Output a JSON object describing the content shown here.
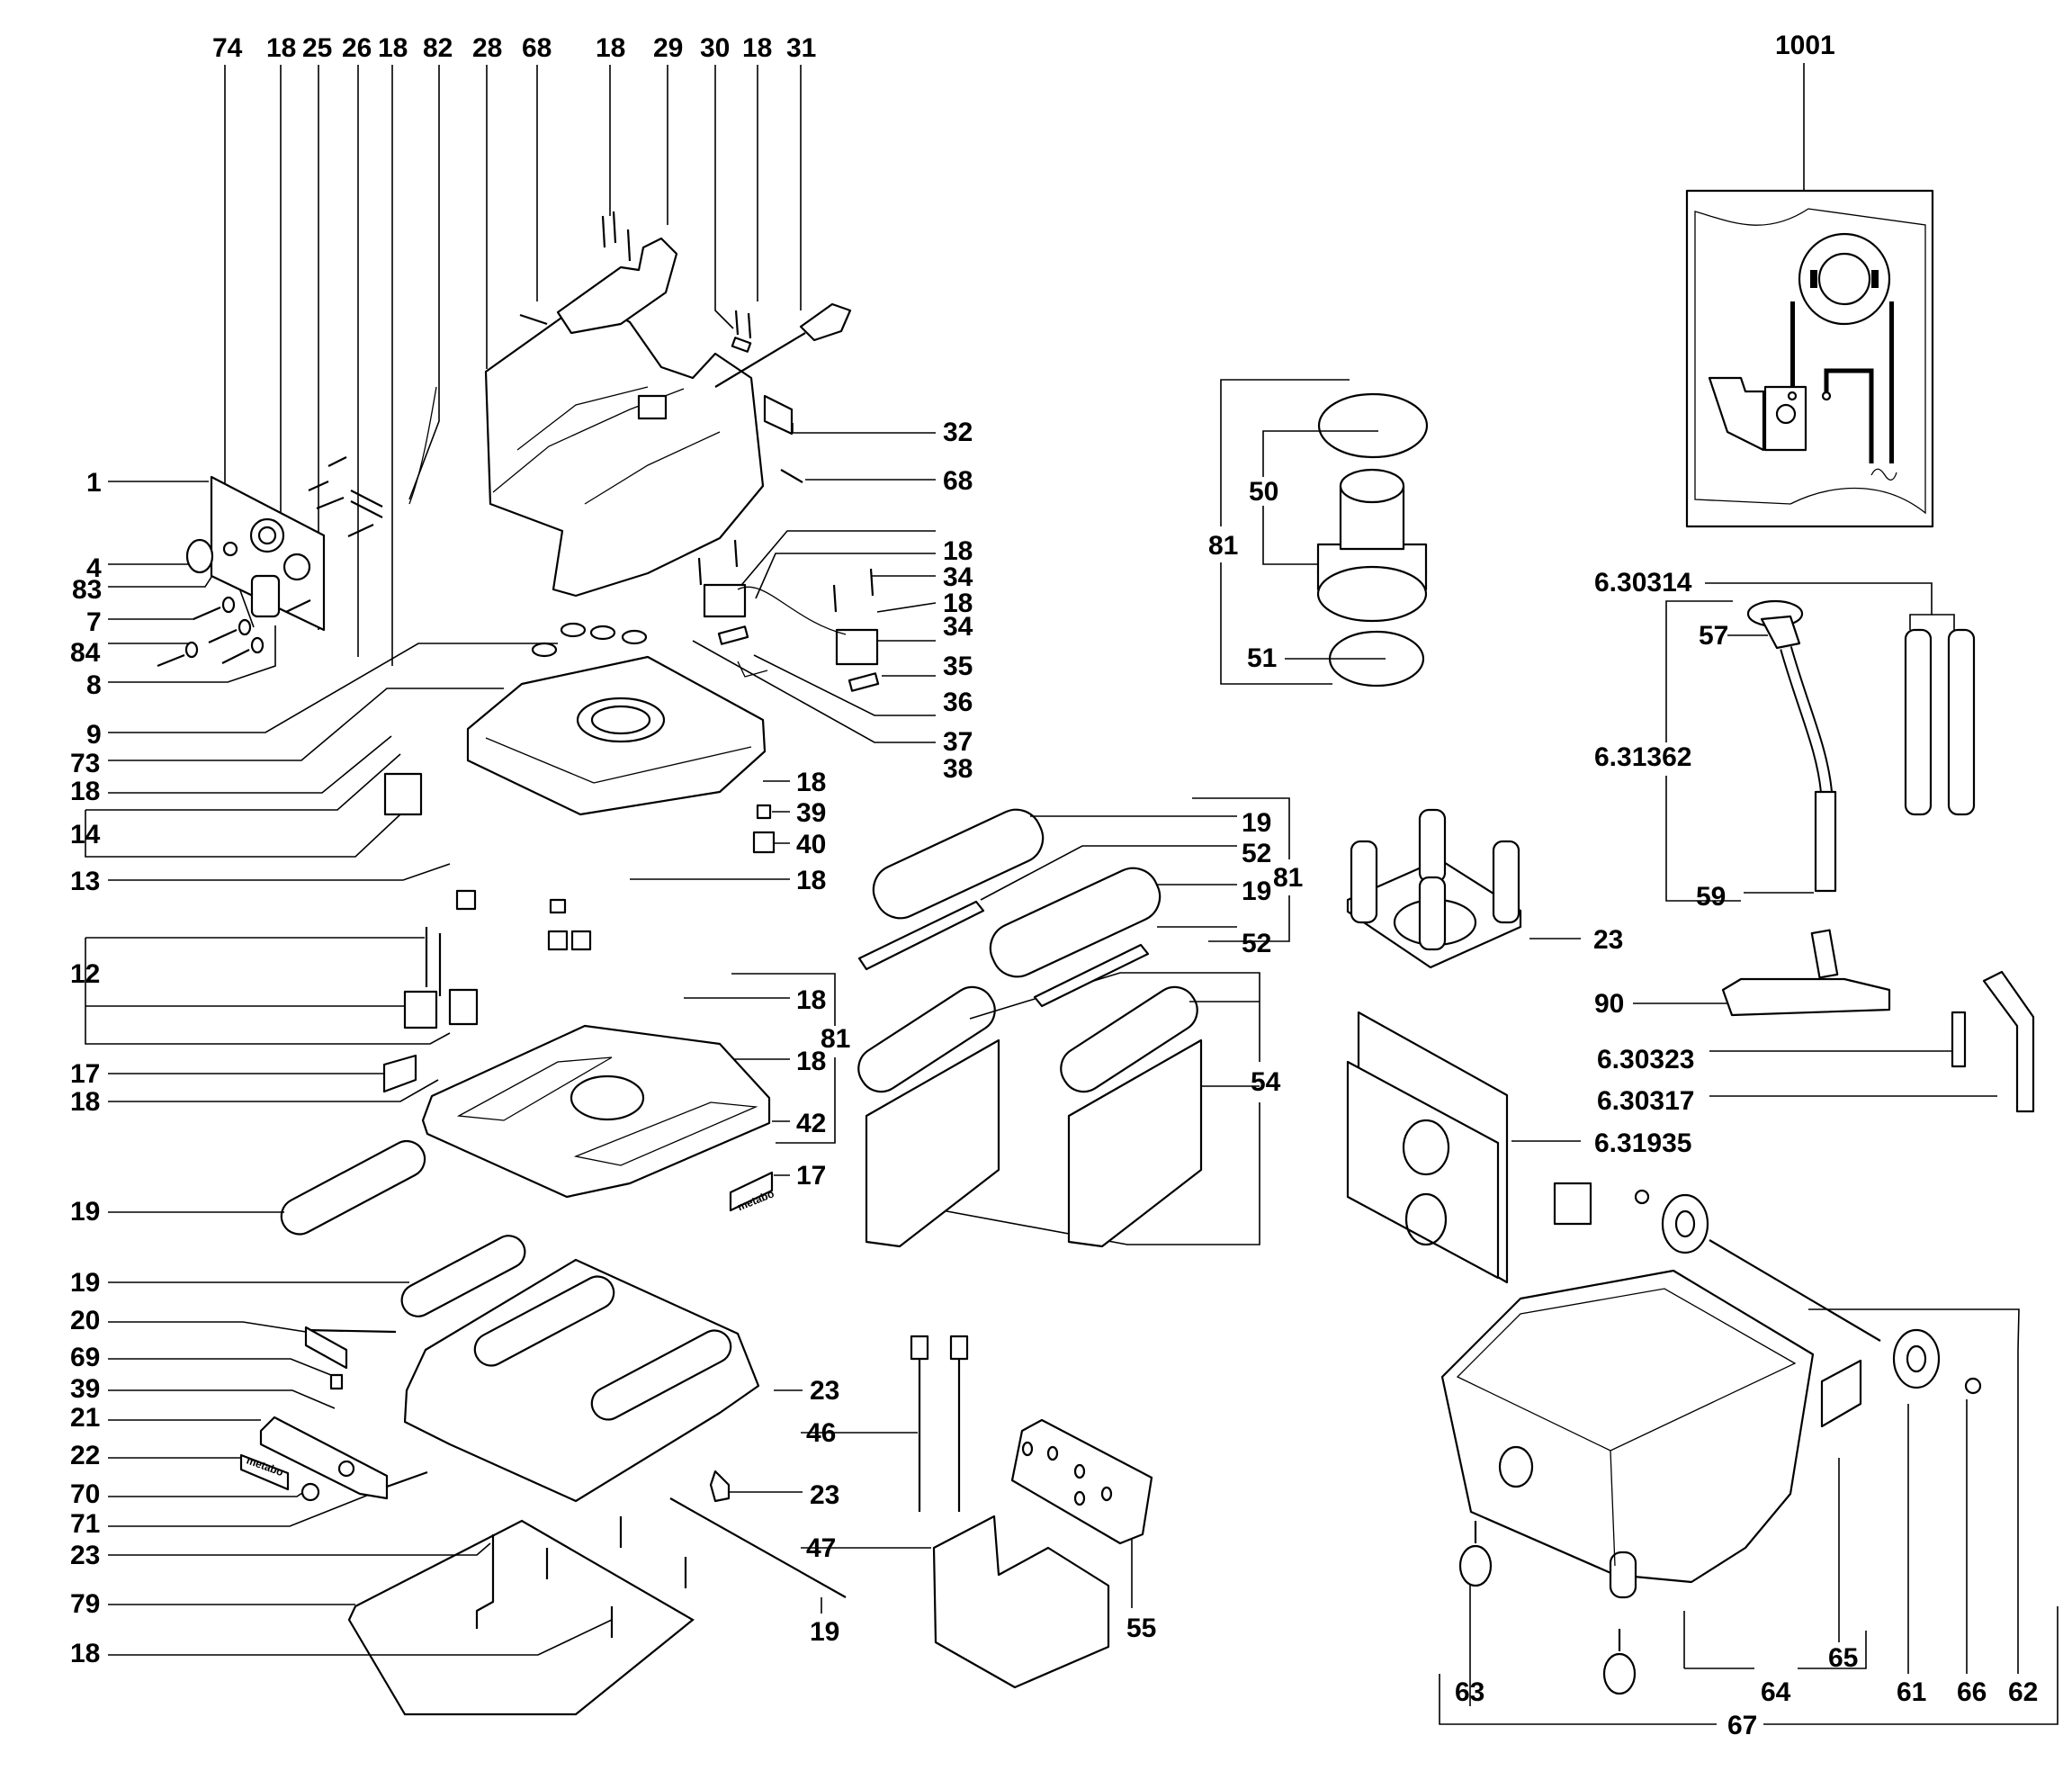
{
  "diagram": {
    "type": "exploded-parts-diagram",
    "brand_label": "metabo",
    "schematic_id": "1001",
    "labels": {
      "top": [
        "74",
        "18",
        "25",
        "26",
        "18",
        "82",
        "28",
        "68",
        "18",
        "29",
        "30",
        "18",
        "31"
      ],
      "left": [
        "1",
        "4",
        "83",
        "7",
        "84",
        "8",
        "9",
        "73",
        "18",
        "14",
        "13",
        "12",
        "17",
        "18",
        "19",
        "19",
        "20",
        "69",
        "39",
        "21",
        "22",
        "70",
        "71",
        "23",
        "79",
        "18"
      ],
      "center": [
        "32",
        "68",
        "18",
        "34",
        "18",
        "34",
        "35",
        "36",
        "37",
        "38",
        "18",
        "39",
        "40",
        "18",
        "18",
        "81",
        "18",
        "42",
        "17",
        "23",
        "23",
        "46",
        "47",
        "19",
        "55"
      ],
      "filters": [
        "19",
        "52",
        "19",
        "52",
        "81",
        "54"
      ],
      "motor": [
        "81",
        "50",
        "51"
      ],
      "right": [
        "1001",
        "6.30314",
        "57",
        "6.31362",
        "59",
        "23",
        "90",
        "6.30323",
        "6.30317",
        "6.31935"
      ],
      "bottom_right": [
        "63",
        "64",
        "65",
        "61",
        "66",
        "62",
        "67"
      ]
    }
  }
}
